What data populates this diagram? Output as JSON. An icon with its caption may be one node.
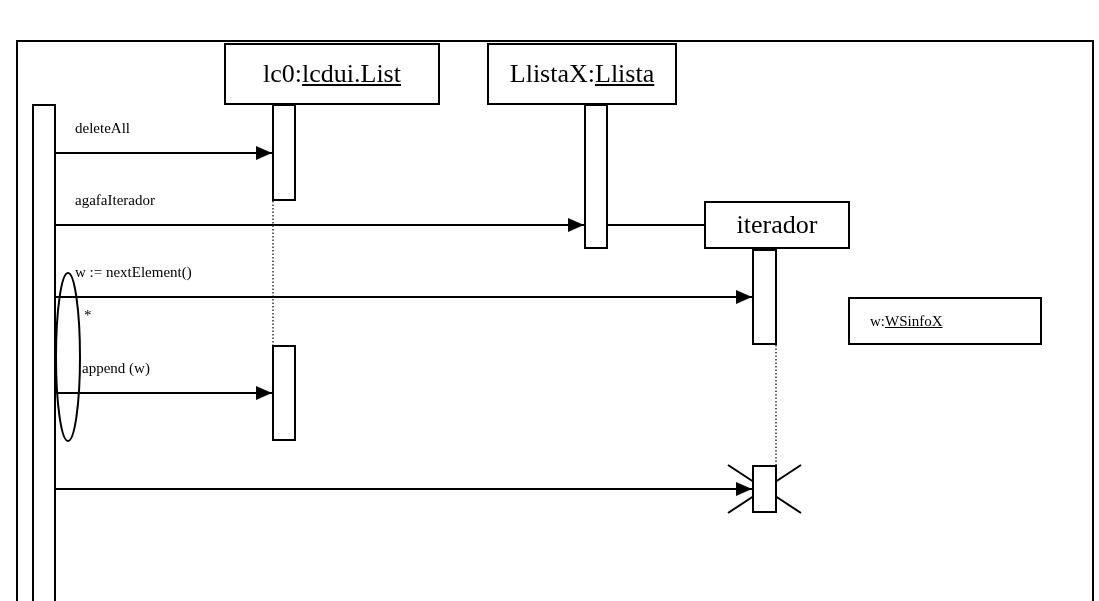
{
  "diagram": {
    "nodes": [
      {
        "text": [],
        "shape": "bar"
      },
      {
        "text": [
          "lc0:lcdui.List"
        ]
      },
      {
        "text": [
          "LlistaX:Llista"
        ]
      },
      {
        "text": [
          "iterador"
        ]
      },
      {
        "text": [
          "w:WSinfoX"
        ]
      },
      {
        "text": [],
        "shape": "bar"
      },
      {
        "text": [],
        "shape": "bar"
      },
      {
        "text": [],
        "shape": "bar"
      },
      {
        "text": [],
        "shape": "bar"
      },
      {
        "text": [],
        "shape": "bar"
      }
    ],
    "edges": [
      {
        "from": 0,
        "to": 5,
        "arrow": "to",
        "label": "deleteAll"
      },
      {
        "from": 0,
        "to": 7,
        "arrow": "to",
        "label": "agafaIterador"
      },
      {
        "from": 7,
        "to": 3,
        "arrow": "none"
      },
      {
        "from": 0,
        "to": 8,
        "arrow": "to",
        "label": "w := nextElement()"
      },
      {
        "from": 0,
        "to": 6,
        "arrow": "to",
        "label": "append (w)"
      },
      {
        "from": 0,
        "to": 9,
        "arrow": "to"
      },
      {
        "from": 5,
        "to": 6,
        "arrow": "none",
        "style": "dashed"
      },
      {
        "from": 8,
        "to": 9,
        "arrow": "none",
        "style": "dashed"
      }
    ],
    "labels": [
      "*"
    ]
  }
}
